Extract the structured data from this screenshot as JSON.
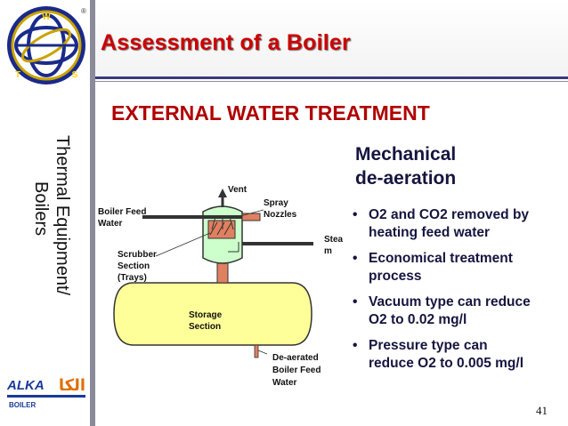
{
  "slide": {
    "title": "Assessment of a Boiler",
    "subtitle": "EXTERNAL WATER TREATMENT",
    "sidebar_line1": "Thermal Equipment/",
    "sidebar_line2": "Boilers",
    "page_number": "41",
    "logo_letters": [
      "W",
      "T",
      "S"
    ],
    "logo_mark": "®",
    "brand_latin": "ALKA",
    "brand_sub": "BOILER",
    "brand_arabic": "الكا"
  },
  "content": {
    "heading_line1": "Mechanical",
    "heading_line2": "de-aeration",
    "bullets": [
      {
        "line1": "O2 and CO2 removed by",
        "line2": "heating feed water"
      },
      {
        "line1": "Economical treatment",
        "line2": "process"
      },
      {
        "line1": "Vacuum type can reduce",
        "line2": "O2 to 0.02 mg/l"
      },
      {
        "line1": "Pressure type can",
        "line2": "reduce O2 to 0.005 mg/l"
      }
    ],
    "bullet_glyph": "•"
  },
  "diagram": {
    "vent": "Vent",
    "boiler_feed_1": "Boiler Feed",
    "boiler_feed_2": "Water",
    "spray_1": "Spray",
    "spray_2": "Nozzles",
    "steam_1": "Stea",
    "steam_2": "m",
    "scrubber_1": "Scrubber",
    "scrubber_2": "Section",
    "scrubber_3": "(Trays)",
    "storage_1": "Storage",
    "storage_2": "Section",
    "deaerated_1": "De-aerated",
    "deaerated_2": "Boiler Feed",
    "deaerated_3": "Water"
  },
  "colors": {
    "title": "#cc0000",
    "subtitle": "#b00000",
    "body": "#151540",
    "tank_fill": "#ffff99",
    "scrubber_fill": "#ccffcc",
    "pipe": "#e08060",
    "accent_line": "#3a3a7a"
  }
}
